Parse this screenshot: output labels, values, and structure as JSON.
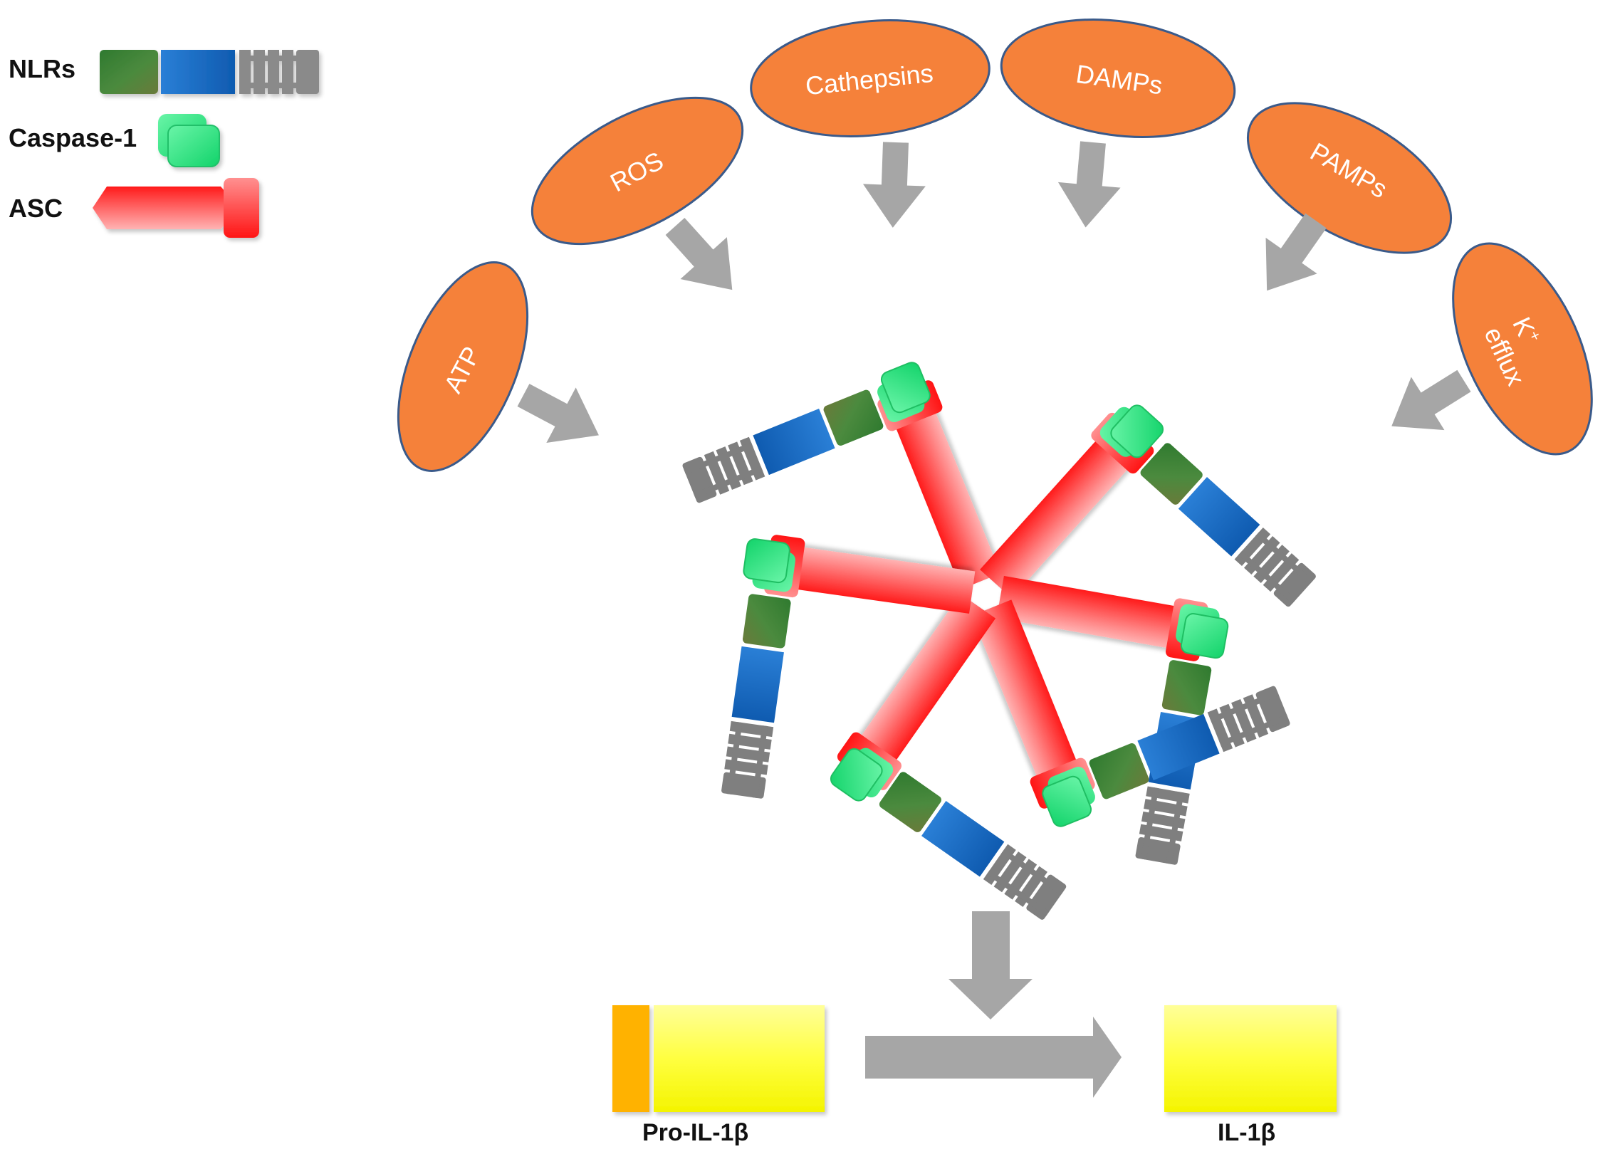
{
  "legend": {
    "nlrs": "NLRs",
    "caspase1": "Caspase-1",
    "asc": "ASC"
  },
  "triggers": {
    "atp": "ATP",
    "ros": "ROS",
    "cathepsins": "Cathepsins",
    "damps": "DAMPs",
    "pamps": "PAMPs",
    "kefflux_k": "K",
    "kefflux_sup": "+",
    "kefflux_efflux": "efflux"
  },
  "cytokines": {
    "pro": "Pro-IL-1β",
    "mature": "IL-1β"
  },
  "colors": {
    "trigger_fill": "#f5813a",
    "trigger_stroke": "#3a5a8a",
    "arrow": "#a6a6a6",
    "nlr_green": "#3f7f3a",
    "nlr_blue": "#1466c0",
    "nlr_gray": "#7f7f7f",
    "caspase": "#2ee07e",
    "asc": "#ff2b2b",
    "il1b_yellow": "#ffff00",
    "prodomain_orange": "#ffb200"
  }
}
